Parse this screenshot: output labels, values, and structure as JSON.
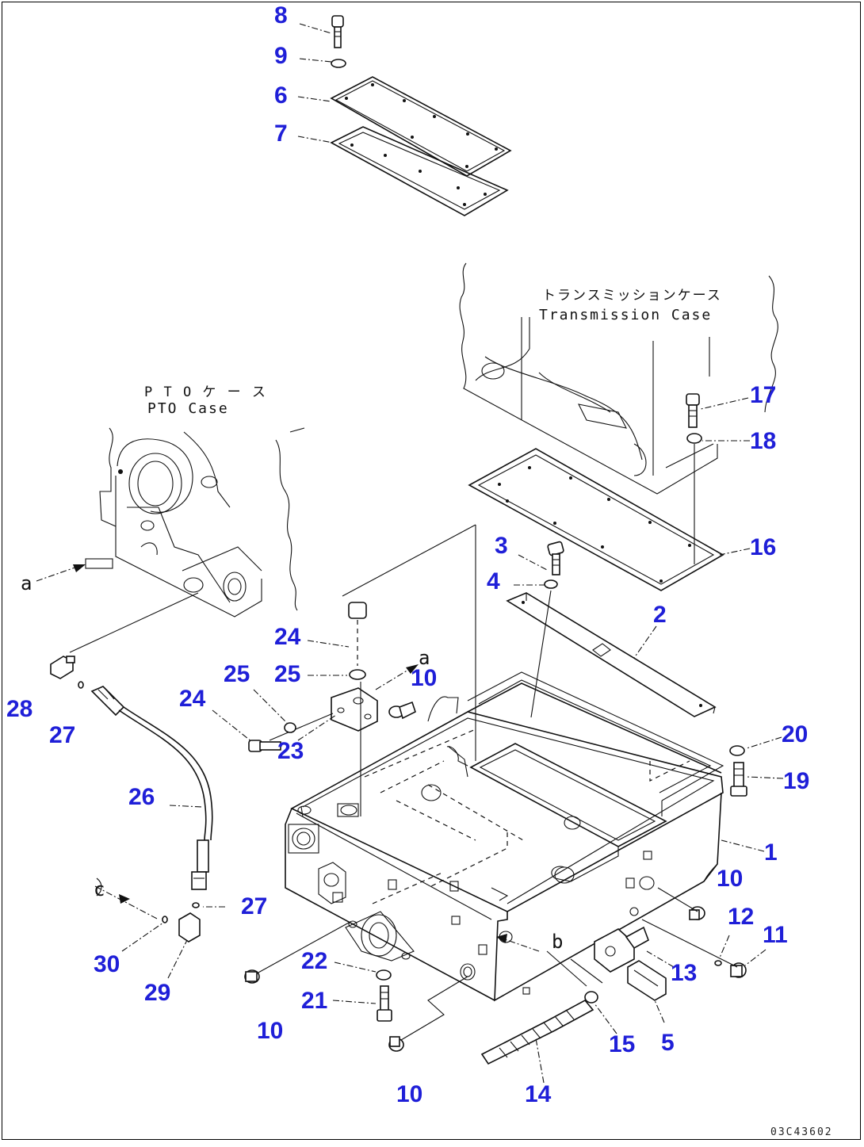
{
  "labels": {
    "pto_case_jp": "P T O ケ ー ス",
    "pto_case_en": "PTO Case",
    "transmission_case_jp": "トランスミッションケース",
    "transmission_case_en": "Transmission Case",
    "ref_a": "a",
    "ref_b": "b",
    "ref_c": "c",
    "drawing_code": "03C43602"
  },
  "callouts": [
    "8",
    "9",
    "6",
    "7",
    "17",
    "18",
    "3",
    "16",
    "4",
    "2",
    "24",
    "25",
    "25",
    "10",
    "28",
    "24",
    "27",
    "23",
    "20",
    "19",
    "26",
    "1",
    "10",
    "27",
    "12",
    "11",
    "22",
    "13",
    "30",
    "29",
    "21",
    "10",
    "15",
    "5",
    "10",
    "14"
  ],
  "colors": {
    "callout": "#1f1fd8",
    "line": "#111111"
  }
}
